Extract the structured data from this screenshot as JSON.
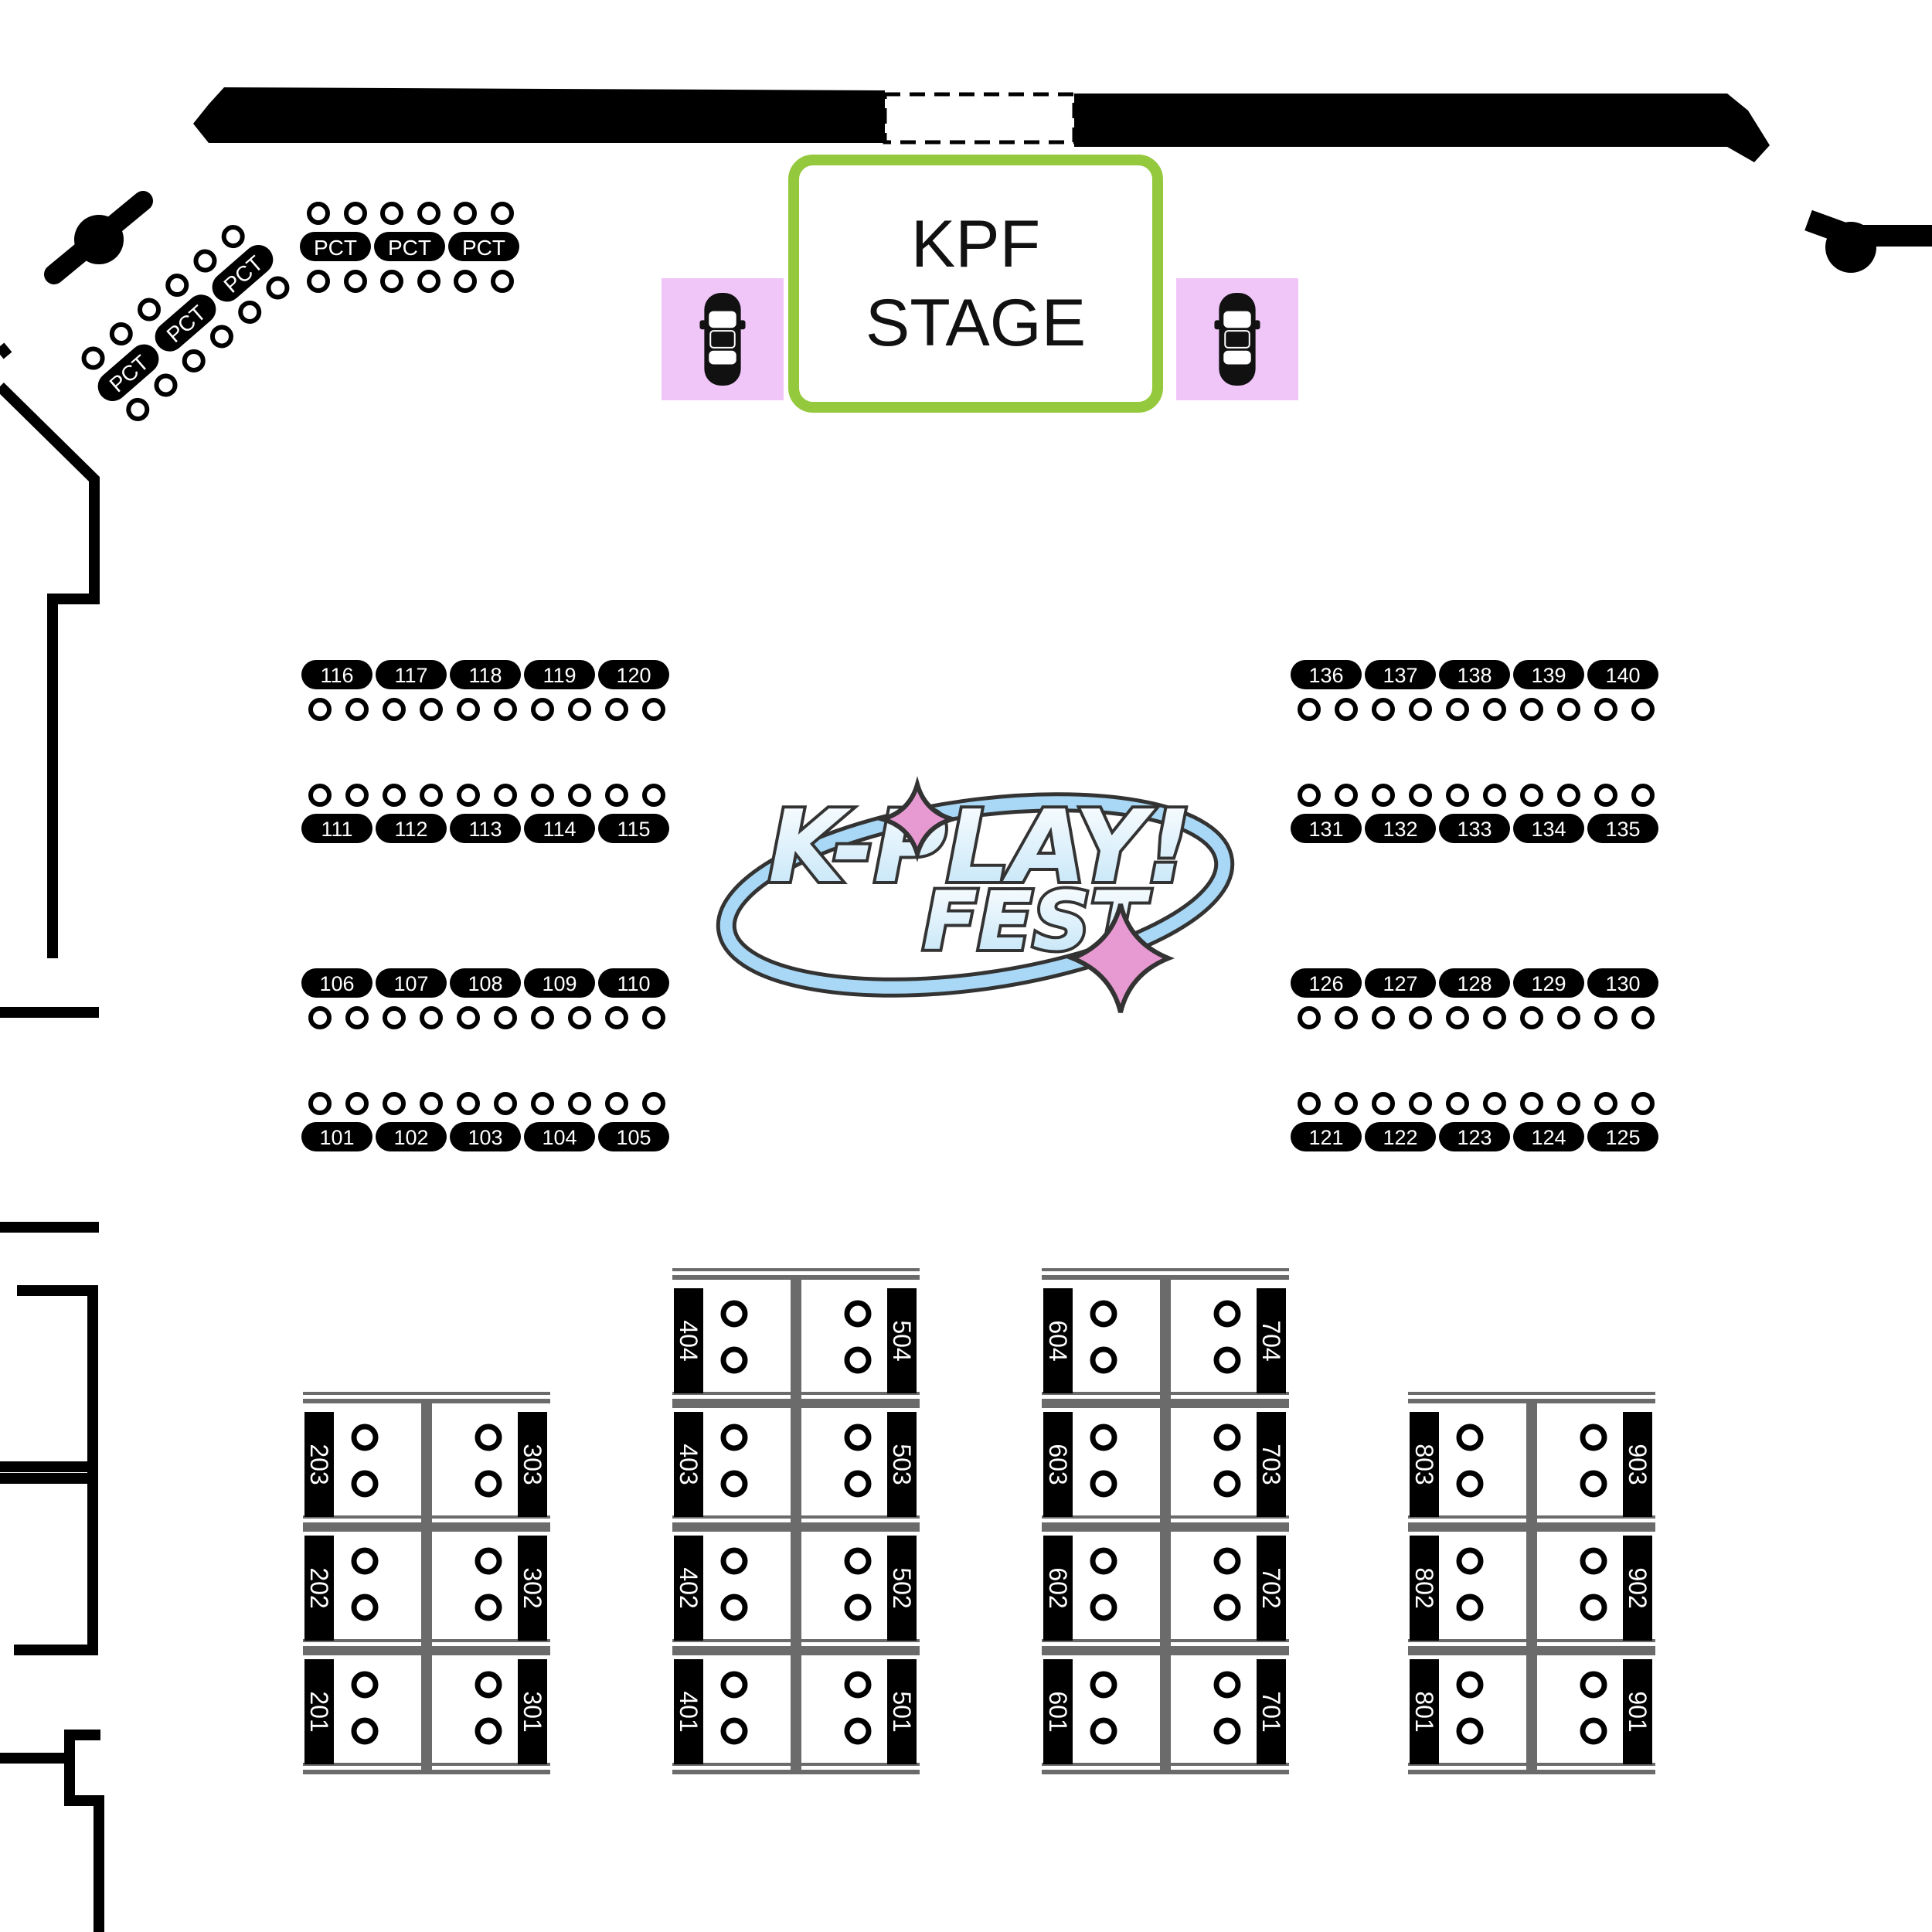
{
  "stage": {
    "line1": "KPF",
    "line2": "STAGE"
  },
  "logo": {
    "line1": "K-PLAY!",
    "line2": "FEST"
  },
  "pct_label": "PCT",
  "table_rows": [
    [
      "116",
      "117",
      "118",
      "119",
      "120"
    ],
    [
      "111",
      "112",
      "113",
      "114",
      "115"
    ],
    [
      "106",
      "107",
      "108",
      "109",
      "110"
    ],
    [
      "101",
      "102",
      "103",
      "104",
      "105"
    ],
    [
      "136",
      "137",
      "138",
      "139",
      "140"
    ],
    [
      "131",
      "132",
      "133",
      "134",
      "135"
    ],
    [
      "126",
      "127",
      "128",
      "129",
      "130"
    ],
    [
      "121",
      "122",
      "123",
      "124",
      "125"
    ]
  ],
  "booth_columns": [
    [
      "203",
      "202",
      "201"
    ],
    [
      "303",
      "302",
      "301"
    ],
    [
      "404",
      "403",
      "402",
      "401"
    ],
    [
      "504",
      "503",
      "502",
      "501"
    ],
    [
      "604",
      "603",
      "602",
      "601"
    ],
    [
      "704",
      "703",
      "702",
      "701"
    ],
    [
      "803",
      "802",
      "801"
    ],
    [
      "903",
      "902",
      "901"
    ]
  ],
  "colors": {
    "stage_border": "#95c93d",
    "car_zone": "#f0c6f9",
    "wall": "#000000",
    "booth_frame": "#6b6b6b"
  }
}
